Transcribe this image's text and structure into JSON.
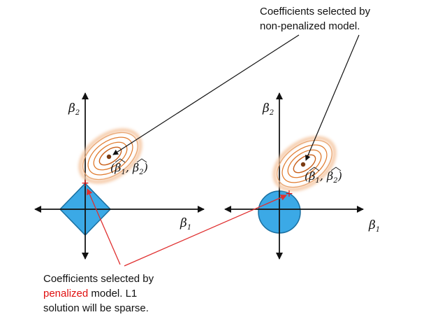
{
  "top_callout": {
    "line1": "Coefficients selected by",
    "line2": "non-penalized model."
  },
  "bottom_callout": {
    "line1": "Coefficients selected by",
    "line2_highlight": "penalized",
    "line2_rest": " model. L1",
    "line3": "solution will be sparse."
  },
  "axis_labels": {
    "beta": "β",
    "sub1": "1",
    "sub2": "2"
  },
  "estimate_label": {
    "open": "(",
    "sep": ", ",
    "close": ")"
  },
  "colors": {
    "constraint_fill": "#3ba9e6",
    "constraint_stroke": "#1a6fa0",
    "contour": "#e07b2e",
    "contour_halo": "#f5c9a6",
    "point": "#7a3b12",
    "marker": "#e01010",
    "arrow_red": "#e03030"
  }
}
